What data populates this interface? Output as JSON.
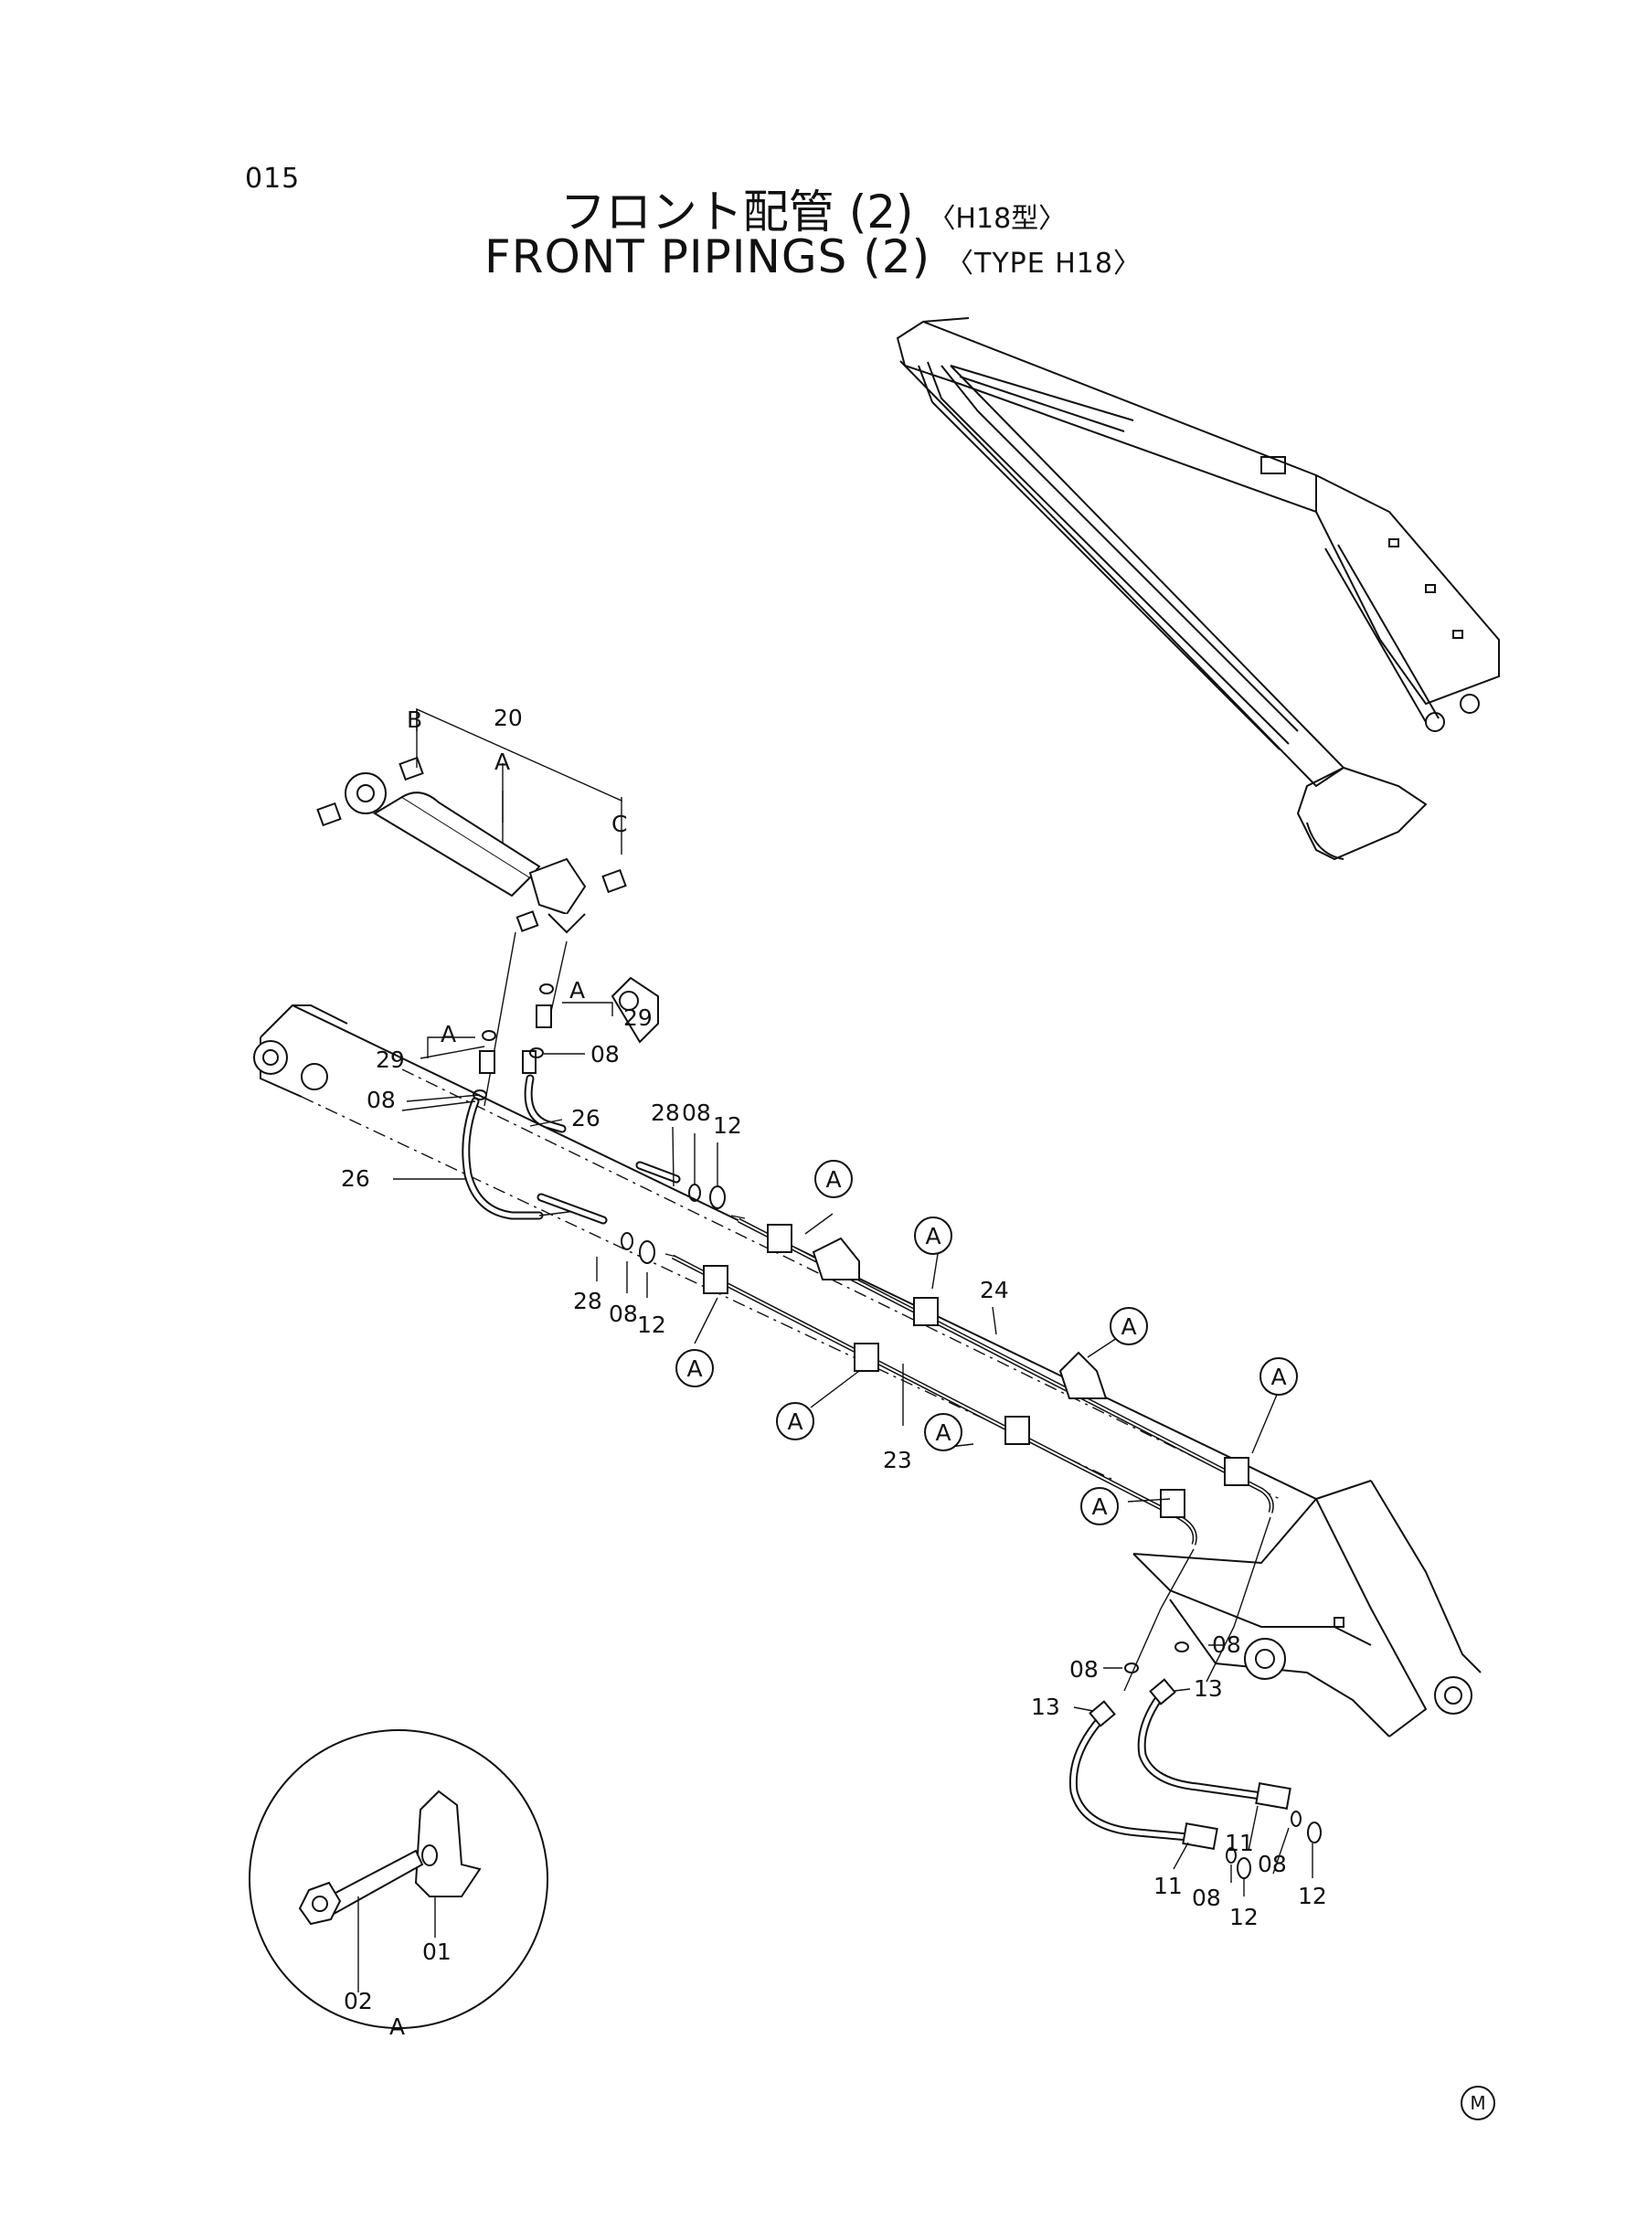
{
  "page_number": "015",
  "title_jp": "フロント配管 (2)",
  "title_jp_sub": "〈H18型〉",
  "title_en": "FRONT PIPINGS (2)",
  "title_en_sub": "〈TYPE H18〉",
  "corner_mark": "M",
  "labels": {
    "p20": "20",
    "pA": "A",
    "pB": "B",
    "pC": "C",
    "p29a": "29",
    "p29b": "29",
    "pA29a": "A",
    "pA29b": "A",
    "p08a": "08",
    "p08b": "08",
    "p08c": "08",
    "p08d": "08",
    "p08e": "08",
    "p08f": "08",
    "p08g": "08",
    "p08h": "08",
    "p26a": "26",
    "p26b": "26",
    "p28a": "28",
    "p28b": "28",
    "p12a": "12",
    "p12b": "12",
    "p12c": "12",
    "p12d": "12",
    "p24": "24",
    "p23": "23",
    "p13a": "13",
    "p13b": "13",
    "p11a": "11",
    "p11b": "11",
    "p01": "01",
    "p02": "02",
    "pAdetail": "A"
  },
  "callouts": [
    "A",
    "A",
    "A",
    "A",
    "A",
    "A",
    "A",
    "A",
    "A"
  ]
}
